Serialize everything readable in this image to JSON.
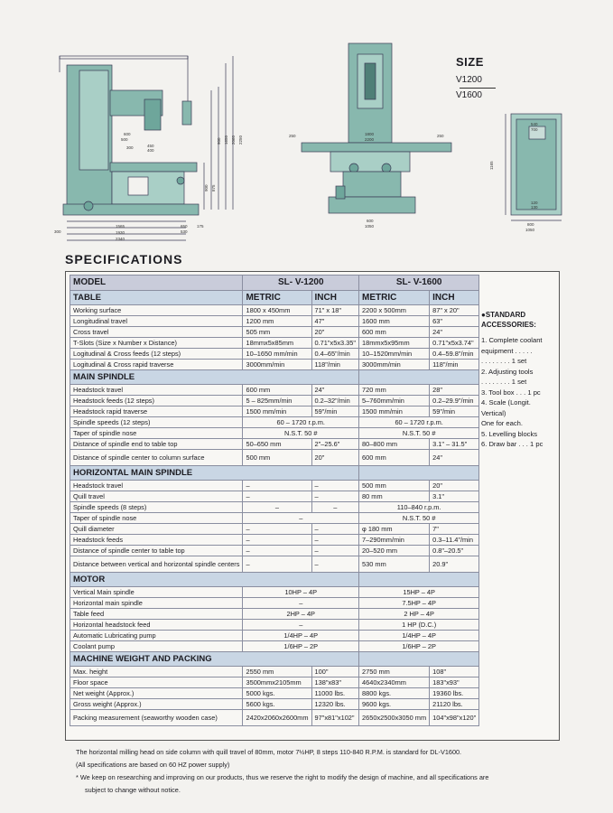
{
  "size_box": {
    "title": "SIZE",
    "v1": "V1200",
    "v2": "V1600"
  },
  "drawing_dims": {
    "side": [
      "200",
      "500",
      "600",
      "450",
      "400",
      "300",
      "1565",
      "1930",
      "2340",
      "650",
      "530",
      "175",
      "900",
      "1650",
      "2060",
      "2250",
      "2700",
      "875",
      "900",
      "300",
      "330",
      "870"
    ],
    "front": [
      "1800",
      "2200",
      "250",
      "250",
      "600",
      "650",
      "1050",
      "500",
      "500"
    ],
    "top": [
      "540",
      "700",
      "515",
      "660",
      "120",
      "130",
      "1165",
      "800",
      "1050",
      "550",
      "700"
    ]
  },
  "spec_title": "SPECIFICATIONS",
  "table": {
    "model_label": "MODEL",
    "model1": "SL- V-1200",
    "model2": "SL- V-1600",
    "sections": [
      {
        "title": "TABLE",
        "headers": [
          "METRIC",
          "INCH",
          "METRIC",
          "INCH"
        ],
        "rows": [
          {
            "label": "Working surface",
            "v": [
              "1800 x 450mm",
              "71\" x 18\"",
              "2200 x 500mm",
              "87\" x 20\""
            ]
          },
          {
            "label": "Longitudinal travel",
            "v": [
              "1200 mm",
              "47\"",
              "1600 mm",
              "63\""
            ]
          },
          {
            "label": "Cross travel",
            "v": [
              "505 mm",
              "20\"",
              "600 mm",
              "24\""
            ]
          },
          {
            "label": "T-Slots (Size x Number x Distance)",
            "v": [
              "18mmx5x85mm",
              "0.71\"x5x3.35\"",
              "18mmx5x95mm",
              "0.71\"x5x3.74\""
            ]
          },
          {
            "label": "Logitudinal & Cross feeds (12 steps)",
            "v": [
              "10–1650 mm/min",
              "0.4–65\"/min",
              "10–1520mm/min",
              "0.4–59.8\"/min"
            ]
          },
          {
            "label": "Logitudinal & Cross rapid traverse",
            "v": [
              "3000mm/min",
              "118\"/min",
              "3000mm/min",
              "118\"/min"
            ]
          }
        ]
      },
      {
        "title": "MAIN SPINDLE",
        "rows": [
          {
            "label": "Headstock travel",
            "v": [
              "600 mm",
              "24\"",
              "720 mm",
              "28\""
            ]
          },
          {
            "label": "Headstock feeds (12 steps)",
            "v": [
              "5 – 825mm/min",
              "0.2–32\"/min",
              "5–760mm/min",
              "0.2–29.9\"/min"
            ]
          },
          {
            "label": "Headstock rapid traverse",
            "v": [
              "1500 mm/min",
              "59\"/min",
              "1500 mm/min",
              "59\"/min"
            ]
          },
          {
            "label": "Spindle speeds (12 steps)",
            "span": "60 – 1720 r.p.m.",
            "span2": "60 – 1720 r.p.m."
          },
          {
            "label": "Taper of spindle nose",
            "span": "N.S.T. 50 #",
            "span2": "N.S.T. 50 #"
          },
          {
            "label": "Distance of spindle end to table top",
            "v": [
              "50–650 mm",
              "2\"–25.6\"",
              "80–800 mm",
              "3.1\" – 31.5\""
            ]
          },
          {
            "label": "Distance of spindle center to column surface",
            "v": [
              "500 mm",
              "20\"",
              "600 mm",
              "24\""
            ],
            "tall": true
          }
        ]
      },
      {
        "title": "HORIZONTAL MAIN SPINDLE",
        "rows": [
          {
            "label": "Headstock travel",
            "v": [
              "–",
              "–",
              "500 mm",
              "20\""
            ]
          },
          {
            "label": "Quill travel",
            "v": [
              "–",
              "–",
              "80 mm",
              "3.1\""
            ]
          },
          {
            "label": "Spindle speeds (8 steps)",
            "v": [
              "–",
              "–"
            ],
            "span2": "110–840 r.p.m."
          },
          {
            "label": "Taper of spindle nose",
            "span": "–",
            "span2": "N.S.T. 50 #"
          },
          {
            "label": "Quill diameter",
            "v": [
              "–",
              "–",
              "φ 180 mm",
              "7\""
            ]
          },
          {
            "label": "Headstock feeds",
            "v": [
              "–",
              "–",
              "7–290mm/min",
              "0.3–11.4\"/min"
            ]
          },
          {
            "label": "Distance of spindle center to table top",
            "v": [
              "–",
              "–",
              "20–520 mm",
              "0.8\"–20.5\""
            ]
          },
          {
            "label": "Distance between vertical and horizontal spindle centers",
            "v": [
              "–",
              "–",
              "530 mm",
              "20.9\""
            ],
            "tall": true
          }
        ]
      },
      {
        "title": "MOTOR",
        "rows": [
          {
            "label": "Vertical Main spindle",
            "span": "10HP – 4P",
            "span2": "15HP – 4P"
          },
          {
            "label": "Horizontal main spindle",
            "span": "–",
            "span2": "7.5HP – 4P"
          },
          {
            "label": "Table feed",
            "span": "2HP – 4P",
            "span2": "2 HP – 4P"
          },
          {
            "label": "Horizontal headstock feed",
            "span": "–",
            "span2": "1 HP (D.C.)"
          },
          {
            "label": "Automatic Lubricating pump",
            "span": "1/4HP – 4P",
            "span2": "1/4HP – 4P"
          },
          {
            "label": "Coolant pump",
            "span": "1/6HP – 2P",
            "span2": "1/6HP – 2P"
          }
        ]
      },
      {
        "title": "MACHINE WEIGHT AND PACKING",
        "rows": [
          {
            "label": "Max. height",
            "v": [
              "2550 mm",
              "100\"",
              "2750 mm",
              "108\""
            ]
          },
          {
            "label": "Floor space",
            "v": [
              "3500mmx2105mm",
              "138\"x83\"",
              "4640x2340mm",
              "183\"x93\""
            ]
          },
          {
            "label": "Net weight (Approx.)",
            "v": [
              "5000 kgs.",
              "11000 lbs.",
              "8800 kgs.",
              "19360 lbs."
            ]
          },
          {
            "label": "Gross weight (Approx.)",
            "v": [
              "5600 kgs.",
              "12320 lbs.",
              "9600 kgs.",
              "21120 lbs."
            ]
          },
          {
            "label": "Packing measurement (seaworthy wooden case)",
            "v": [
              "2420x2060x2600mm",
              "97\"x81\"x102\"",
              "2650x2500x3050 mm",
              "104\"x98\"x120\""
            ],
            "tall": true
          }
        ]
      }
    ]
  },
  "accessories": {
    "title1": "●STANDARD",
    "title2": "ACCESSORIES:",
    "lines": [
      "1.  Complete coolant",
      "     equipment . . . . .",
      "     . . . . . . . . 1 set",
      "2.  Adjusting tools",
      "     . . . . . . . . 1 set",
      "3.  Tool box . . . 1 pc",
      "4.  Scale (Longit.",
      "     Vertical)",
      "     One for each.",
      "5.  Levelling blocks",
      "6.  Draw bar . . . 1 pc"
    ]
  },
  "notes": [
    "The horizontal milling head on side column with quill travel of 80mm, motor 7½HP, 8 steps 110-840 R.P.M. is standard for DL-V1600.",
    "(All specifications are based on 60 HZ power supply)",
    "* We keep on researching and improving on our products, thus we reserve the right to modify the design of machine, and all specifications are",
    "subject to change without notice."
  ],
  "colors": {
    "machine": "#88b8ae",
    "machine_dark": "#4f7f77",
    "line": "#3a3a55",
    "header": "#c9d6e4",
    "model_header": "#c9ccda"
  }
}
